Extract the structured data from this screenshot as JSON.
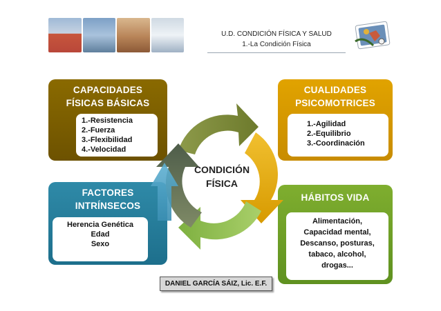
{
  "header": {
    "line1": "U.D. CONDICIÓN FÍSICA Y SALUD",
    "line2": "1.-La Condición Física"
  },
  "center": {
    "line1": "CONDICIÓN",
    "line2": "FÍSICA"
  },
  "boxes": {
    "capacidades": {
      "title_line1": "CAPACIDADES",
      "title_line2": "FÍSICAS  BÁSICAS",
      "items": [
        "1.-Resistencia",
        "2.-Fuerza",
        "3.-Flexibilidad",
        "4.-Velocidad"
      ],
      "color": "#7a5e00"
    },
    "cualidades": {
      "title_line1": "CUALIDADES",
      "title_line2": "PSICOMOTRICES",
      "items": [
        "1.-Agilidad",
        "2.-Equilibrio",
        "3.-Coordinación"
      ],
      "color": "#d89a00"
    },
    "factores": {
      "title_line1": "FACTORES",
      "title_line2": "INTRÍNSECOS",
      "items": [
        "Herencia  Genética",
        "Edad",
        "Sexo"
      ],
      "color": "#267d9a"
    },
    "habitos": {
      "title_line1": "HÁBITOS VIDA",
      "items": [
        "Alimentación,",
        "Capacidad mental,",
        "Descanso, posturas,",
        "tabaco, alcohol,",
        "drogas..."
      ],
      "color": "#70a028"
    }
  },
  "footer": {
    "author": "DANIEL GARCÍA SÁIZ, Lic. E.F."
  },
  "icons": {
    "photos": "sport-photos-strip",
    "logo": "sport-collage-logo",
    "cycle": "cycle-arrows-diagram"
  }
}
